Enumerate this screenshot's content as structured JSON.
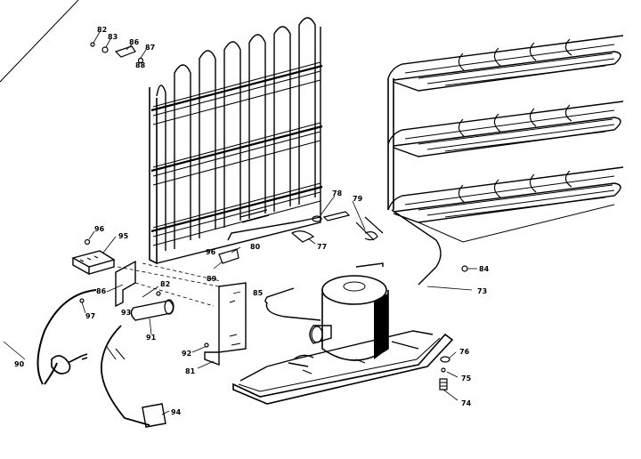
{
  "diagram": {
    "labels": {
      "l82a": "82",
      "l83": "83",
      "l86": "86",
      "l87": "87",
      "l88": "88",
      "l78": "78",
      "l79": "79",
      "l77": "77",
      "l96a": "96",
      "l95": "95",
      "l96b": "96",
      "l80": "80",
      "l89": "89",
      "l82b": "82",
      "l86b": "86",
      "l93": "93",
      "l97": "97",
      "l91": "91",
      "l85": "85",
      "l84": "84",
      "l73": "73",
      "l76": "76",
      "l75": "75",
      "l74": "74",
      "l90": "90",
      "l92": "92",
      "l81": "81",
      "l94": "94"
    }
  }
}
